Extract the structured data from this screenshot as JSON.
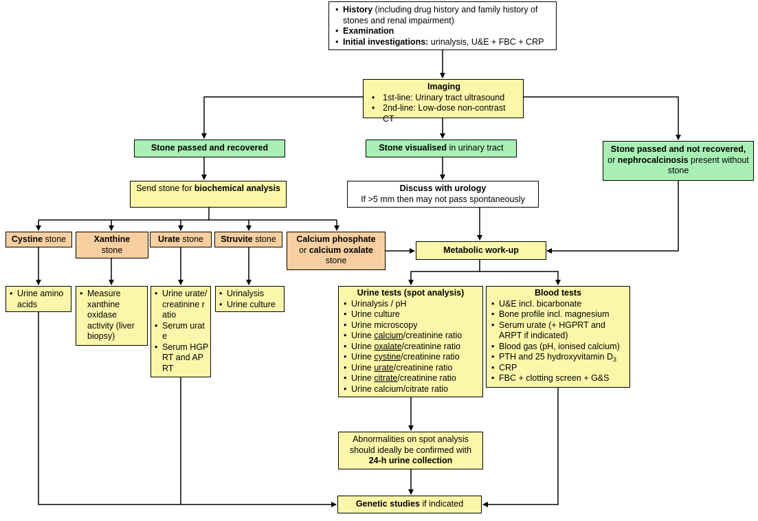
{
  "history_box": {
    "items": [
      {
        "bold": "History",
        "rest": " (including drug history and family history of stones and renal impairment)"
      },
      {
        "bold": "Examination",
        "rest": ""
      },
      {
        "bold": "Initial investigations:",
        "rest": " urinalysis, U&E + FBC + CRP"
      }
    ]
  },
  "imaging_box": {
    "title": "Imaging",
    "items": [
      "1st-line: Urinary tract ultrasound",
      "2nd-line: Low-dose non-contrast CT"
    ]
  },
  "stone_passed_recovered": {
    "text": "Stone passed and recovered"
  },
  "stone_visualised": {
    "bold": "Stone visualised",
    "rest": " in urinary tract"
  },
  "stone_not_recovered": {
    "bold1": "Stone passed and not recovered,",
    "mid": " or ",
    "bold2": "nephrocalcinosis",
    "rest": " present without stone"
  },
  "send_stone": {
    "prefix": "Send stone for ",
    "bold": "biochemical analysis"
  },
  "discuss_urology": {
    "title": "Discuss with urology",
    "text": "If >5 mm then may not pass spontaneously"
  },
  "stone_types": {
    "cystine": {
      "bold": "Cystine",
      "rest": " stone"
    },
    "xanthine": {
      "bold": "Xanthine",
      "rest": "stone"
    },
    "urate": {
      "bold": "Urate",
      "rest": " stone"
    },
    "struvite": {
      "bold": "Struvite",
      "rest": " stone"
    },
    "calcium": {
      "bold1": "Calcium phosphate",
      "mid": "or ",
      "bold2": "calcium oxalate",
      "rest": "stone"
    }
  },
  "metabolic_workup": {
    "text": "Metabolic work-up"
  },
  "cystine_tests": {
    "items": [
      "Urine amino acids"
    ]
  },
  "xanthine_tests": {
    "items": [
      "Measure xanthine oxidase activity (liver biopsy)"
    ]
  },
  "urate_tests": {
    "items": [
      "Urine urate/creatinine ratio",
      "Serum urate",
      "Serum HGPRT and APRT"
    ]
  },
  "struvite_tests": {
    "items": [
      "Urinalysis",
      "Urine culture"
    ]
  },
  "urine_tests": {
    "title": "Urine tests (spot analysis)",
    "items": [
      {
        "pre": "Urinalysis / pH",
        "u": "",
        "post": ""
      },
      {
        "pre": "Urine culture",
        "u": "",
        "post": ""
      },
      {
        "pre": "Urine microscopy",
        "u": "",
        "post": ""
      },
      {
        "pre": "Urine ",
        "u": "calcium",
        "post": "/creatinine ratio"
      },
      {
        "pre": "Urine ",
        "u": "oxalate",
        "post": "/creatinine ratio"
      },
      {
        "pre": "Urine ",
        "u": "cystine",
        "post": "/creatinine ratio"
      },
      {
        "pre": "Urine ",
        "u": "urate",
        "post": "/creatinine ratio"
      },
      {
        "pre": "Urine ",
        "u": "citrate",
        "post": "/creatinine ratio"
      },
      {
        "pre": "Urine calcium/citrate ratio",
        "u": "",
        "post": ""
      }
    ]
  },
  "blood_tests": {
    "title": "Blood tests",
    "items": [
      {
        "text": "U&E incl. bicarbonate",
        "sub": ""
      },
      {
        "text": "Bone profile incl. magnesium",
        "sub": ""
      },
      {
        "text": "Serum urate (+ HGPRT and ARPT if indicated)",
        "sub": ""
      },
      {
        "text": "Blood gas (pH, ionised calcium)",
        "sub": ""
      },
      {
        "text": "PTH and 25 hydroxyvitamin D",
        "sub": "3"
      },
      {
        "text": "CRP",
        "sub": ""
      },
      {
        "text": "FBC + clotting screen + G&S",
        "sub": ""
      }
    ]
  },
  "abnormalities_box": {
    "text": "Abnormalities on spot analysis should ideally be confirmed with",
    "bold": "24-h urine collection"
  },
  "genetic_studies": {
    "bold": "Genetic studies",
    "rest": " if indicated"
  },
  "colors": {
    "yellow": "#fbf7aa",
    "green": "#a8f0b4",
    "orange": "#f8cfa0",
    "line": "#000000"
  }
}
